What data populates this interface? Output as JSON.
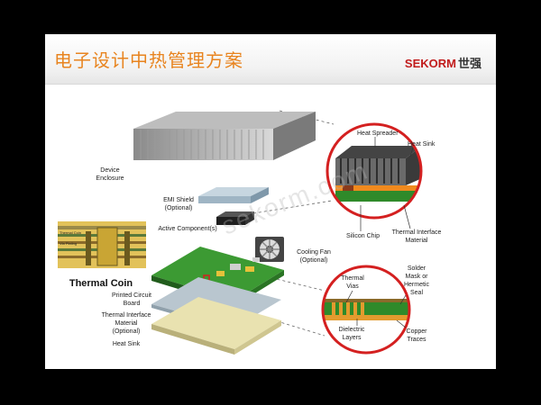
{
  "title": "电子设计中热管理方案",
  "logo": {
    "brand": "SEKORM",
    "cn": "世强"
  },
  "watermark": "sekorm.com",
  "labels": {
    "device_enclosure": [
      "Device",
      "Enclosure"
    ],
    "emi_shield": [
      "EMI Shield",
      "(Optional)"
    ],
    "active_components": "Active Component(s)",
    "cooling_fan": [
      "Cooling Fan",
      "(Optional)"
    ],
    "thermal_coin": "Thermal Coin",
    "pcb": [
      "Printed Circuit",
      "Board"
    ],
    "tim_optional": [
      "Thermal Interface",
      "Material",
      "(Optional)"
    ],
    "heat_sink_bottom": "Heat Sink",
    "heat_spreader": "Heat Spreader",
    "heat_sink_top": "Heat Sink",
    "silicon_chip": "Silicon Chip",
    "tim_callout": [
      "Thermal Interface",
      "Material"
    ],
    "thermal_vias": [
      "Thermal",
      "Vias"
    ],
    "solder_mask": [
      "Solder",
      "Mask or",
      "Hermetic",
      "Seal"
    ],
    "dielectric_layers": [
      "Dielectric",
      "Layers"
    ],
    "copper_traces": [
      "Copper",
      "Traces"
    ]
  },
  "coin_labels": [
    "Thermal Coin",
    "Via Plating"
  ],
  "colors": {
    "title": "#e8841f",
    "callout_ring": "#d42020",
    "pcb": "#2f8a2a",
    "logo": "#c11b1b"
  }
}
